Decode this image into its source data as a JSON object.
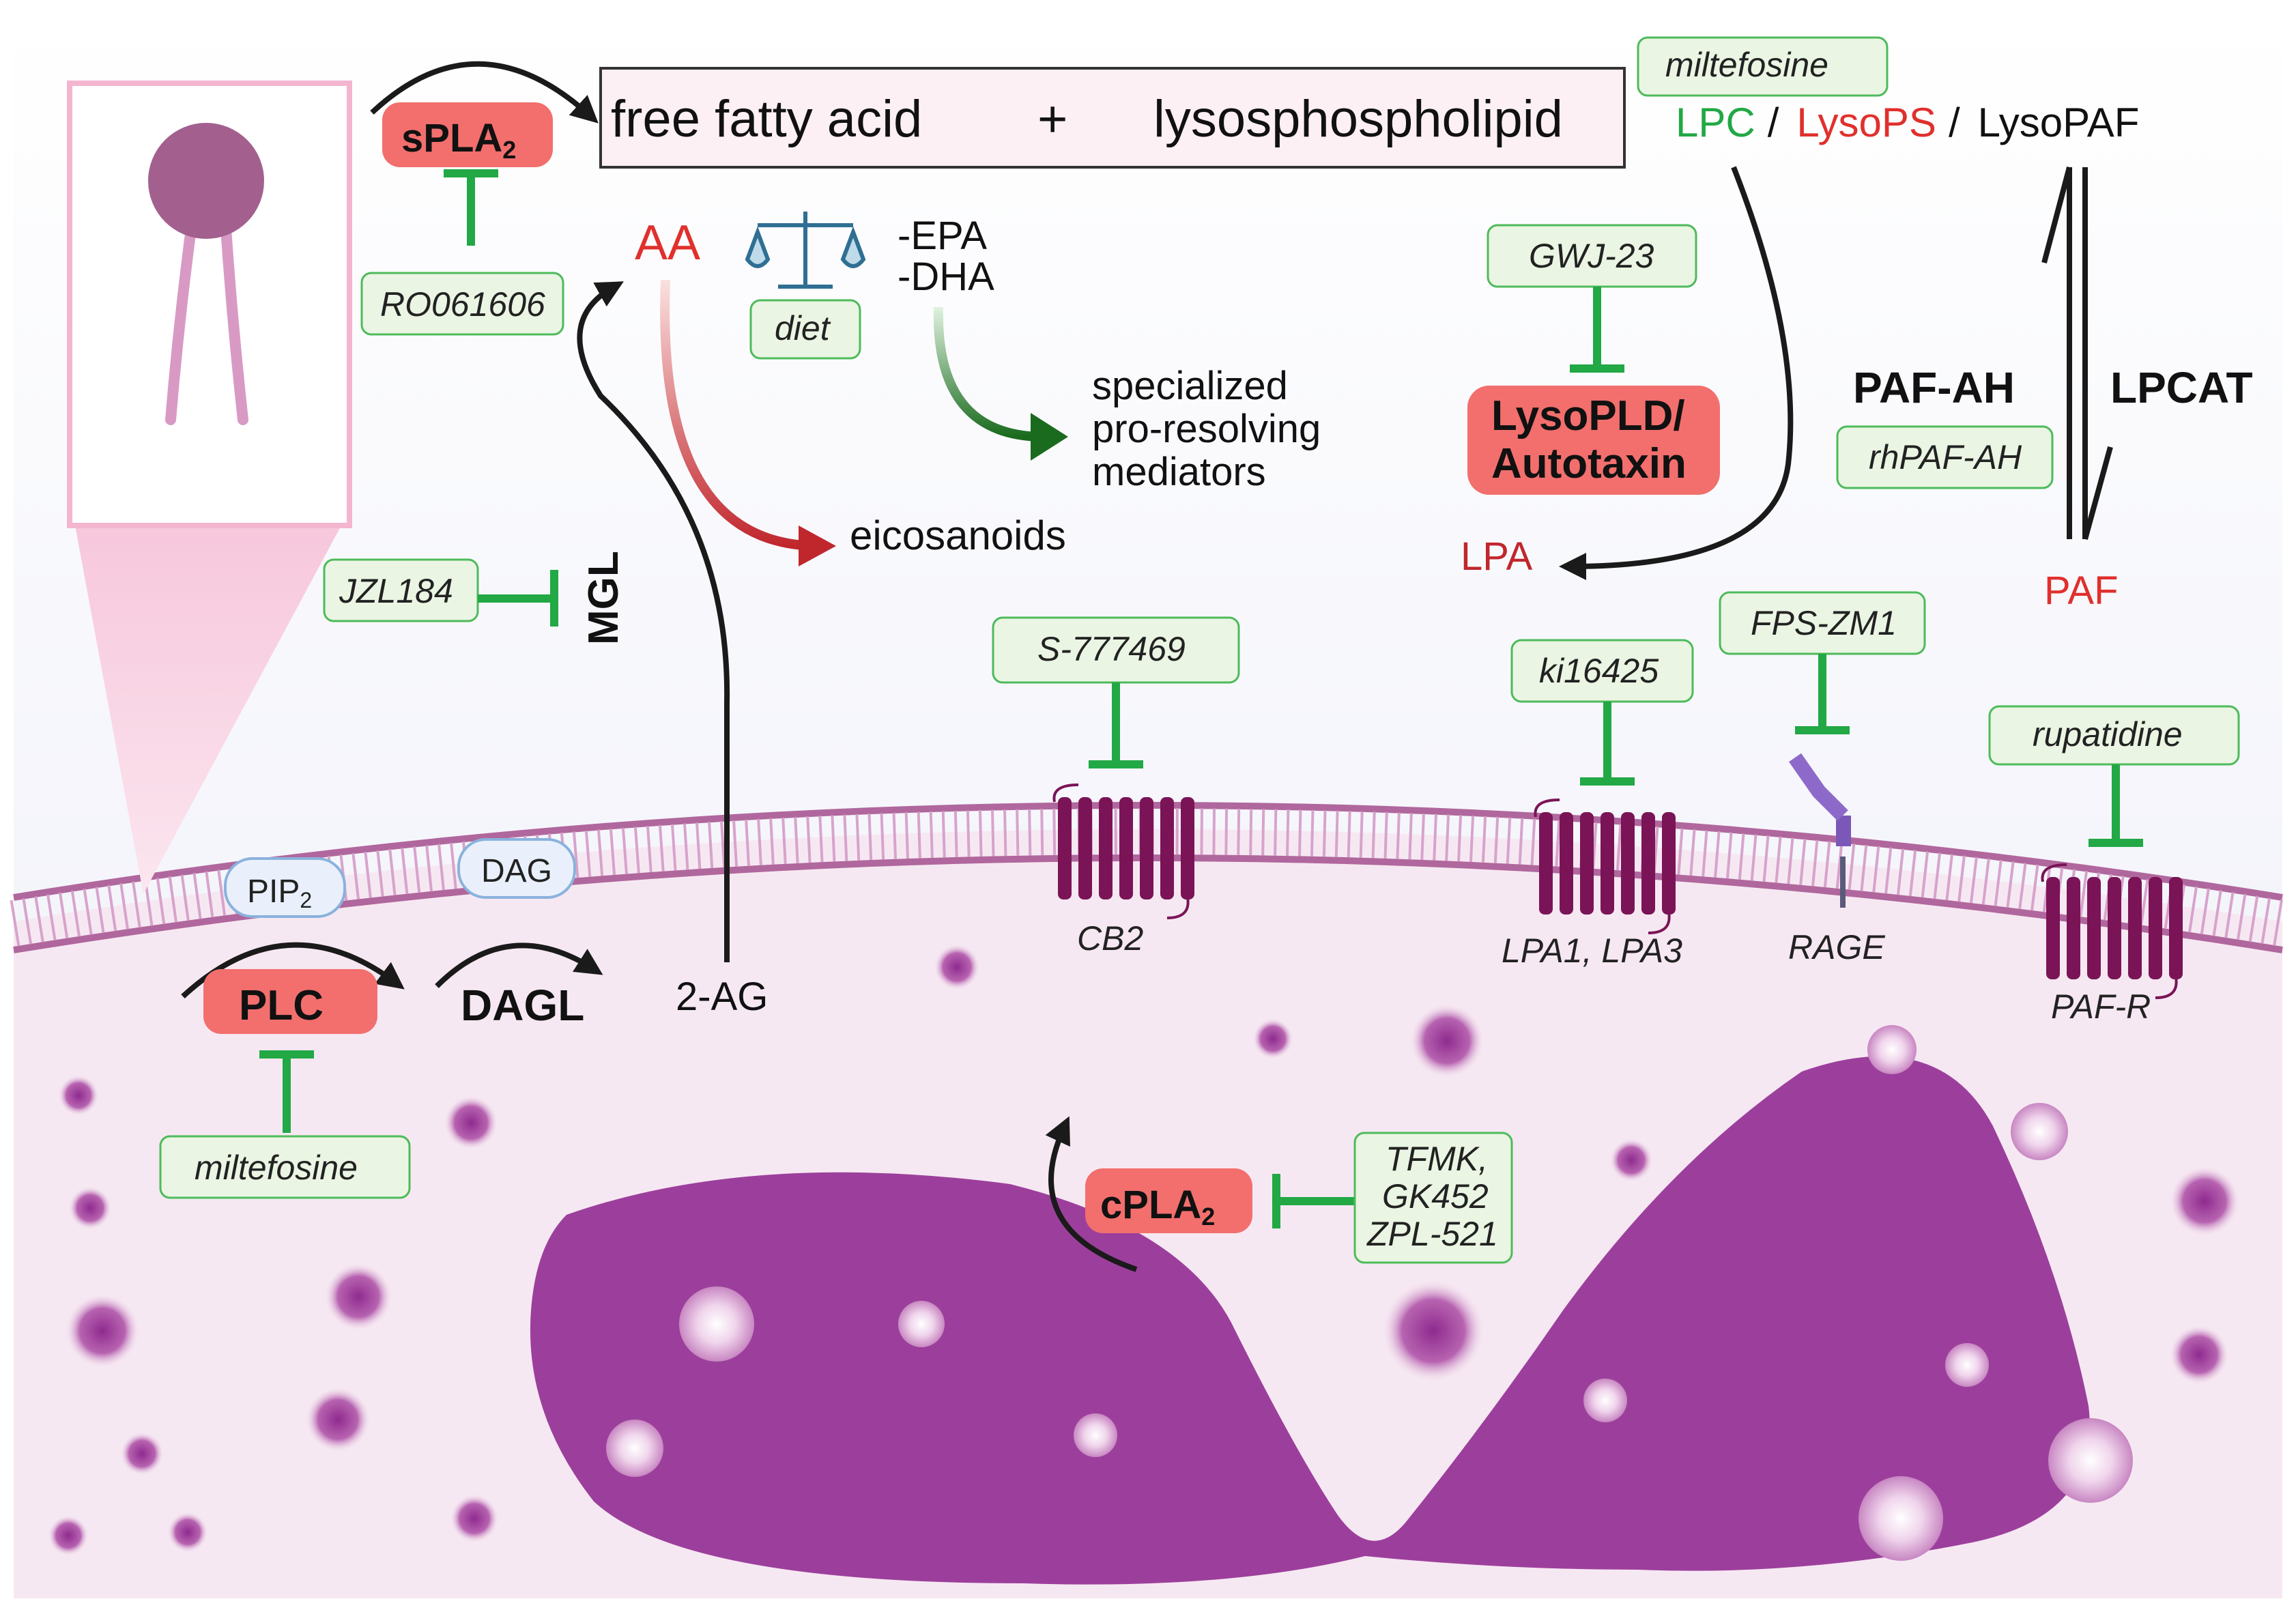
{
  "top_box": {
    "left": "free fatty acid",
    "plus": "+",
    "right": "lysosphospholipid"
  },
  "enzymes": {
    "spla2": "sPLA",
    "spla2_sub": "2",
    "cpla2": "cPLA",
    "cpla2_sub": "2",
    "plc": "PLC",
    "dagl": "DAGL",
    "mgl": "MGL",
    "lysopld": "LysoPLD/",
    "autotaxin": "Autotaxin",
    "paf_ah": "PAF-AH",
    "lpcat": "LPCAT"
  },
  "inhibitors": {
    "ro": "RO061606",
    "jzl": "JZL184",
    "milte_plc": "miltefosine",
    "milte_top": "miltefosine",
    "gwj": "GWJ-23",
    "rhpaf": "rhPAF-AH",
    "s777": "S-777469",
    "ki": "ki16425",
    "fps": "FPS-ZM1",
    "rupa": "rupatidine",
    "tfmk_1": "TFMK,",
    "tfmk_2": "GK452",
    "tfmk_3": "ZPL-521",
    "diet": "diet"
  },
  "metabolites": {
    "aa": "AA",
    "epa": "-EPA",
    "dha": "-DHA",
    "spm_1": "specialized",
    "spm_2": "pro-resolving",
    "spm_3": "mediators",
    "eicosanoids": "eicosanoids",
    "lpc": "LPC",
    "slash1": "/",
    "lysops": "LysoPS",
    "slash2": "/",
    "lysopaf": "LysoPAF",
    "lpa": "LPA",
    "paf": "PAF",
    "twoag": "2-AG",
    "pip2": "PIP",
    "pip2_sub": "2",
    "dag": "DAG"
  },
  "receptors": {
    "cb2": "CB2",
    "lpa13": "LPA1, LPA3",
    "rage": "RAGE",
    "pafr": "PAF-R"
  },
  "colors": {
    "green": "#22a845",
    "red": "#e0302d",
    "enzyme_fill": "#f26f6d",
    "membrane": "#b0679d",
    "nucleus": "#9c3f9c",
    "cytoplasm": "#f6e8f2",
    "receptor": "#7a1457"
  }
}
